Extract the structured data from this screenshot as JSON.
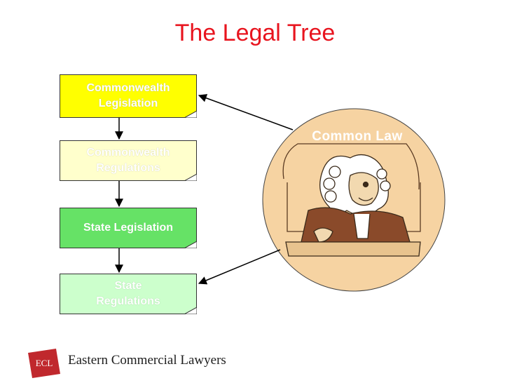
{
  "title": "The Legal Tree",
  "hierarchy": [
    {
      "label": "Commonwealth\nLegislation",
      "color": "#ffff00"
    },
    {
      "label": "Commonwealth\nRegulations",
      "color": "#ffffcc"
    },
    {
      "label": "State Legislation",
      "color": "#66e266"
    },
    {
      "label": "State\nRegulations",
      "color": "#ccffcc"
    }
  ],
  "common_law": {
    "label": "Common Law",
    "color": "#f6d3a2"
  },
  "footer": {
    "logo_text": "ECL",
    "firm_name": "Eastern Commercial Lawyers",
    "logo_color": "#c0282d"
  }
}
